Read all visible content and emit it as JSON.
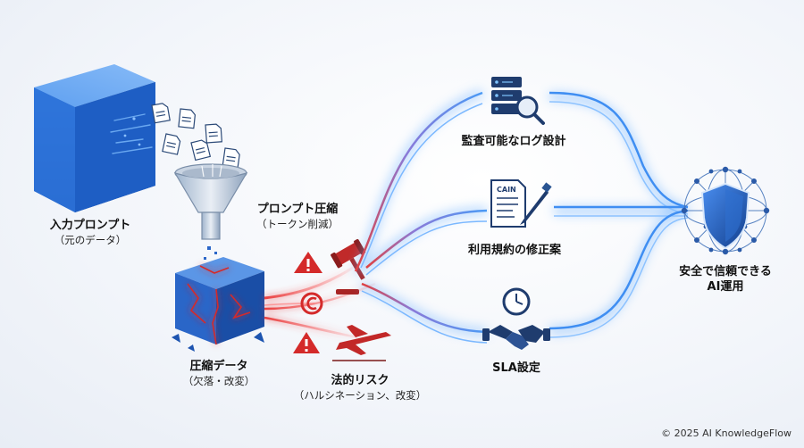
{
  "nodes": {
    "input": {
      "title": "入力プロンプト",
      "subtitle": "（元のデータ）"
    },
    "compress": {
      "title": "プロンプト圧縮",
      "subtitle": "（トークン削減）"
    },
    "compressed": {
      "title": "圧縮データ",
      "subtitle": "（欠落・改変）"
    },
    "legal": {
      "title": "法的リスク",
      "subtitle": "（ハルシネーション、改変）"
    },
    "audit": {
      "title": "監査可能なログ設計"
    },
    "terms": {
      "title": "利用規約の修正案",
      "doc_text": "CAIN"
    },
    "sla": {
      "title": "SLA設定"
    },
    "safe": {
      "title": "安全で信頼できる",
      "subtitle": "AI運用"
    }
  },
  "copyright": "© 2025 AI KnowledgeFlow",
  "colors": {
    "blue_main": "#2a6fd6",
    "blue_glow": "#5aa8ff",
    "red_risk": "#d42a2a",
    "icon_navy": "#1f3c6e"
  }
}
